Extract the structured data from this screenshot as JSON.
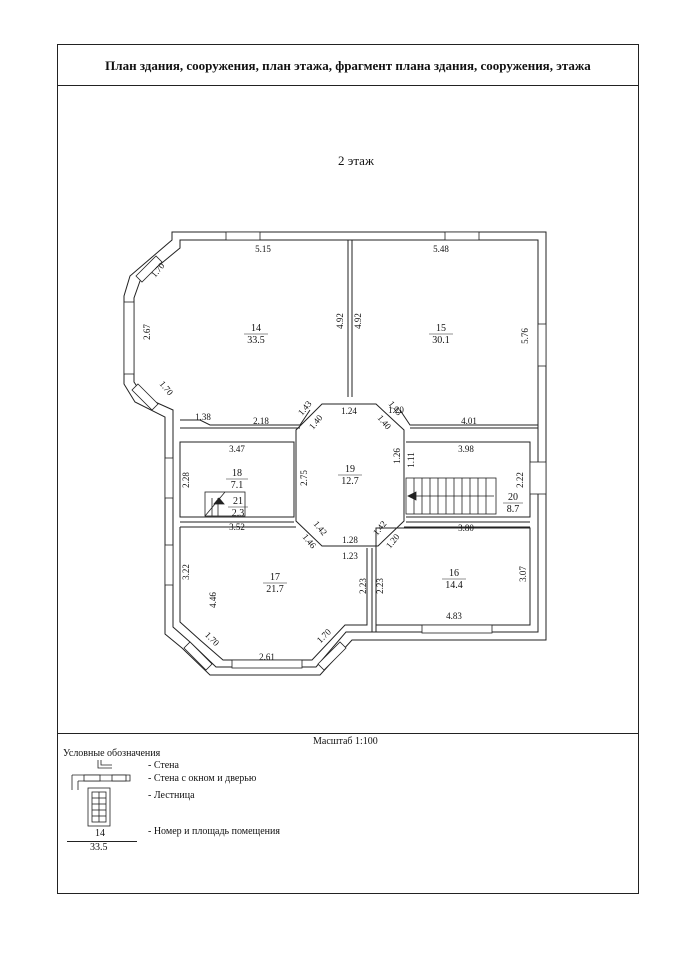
{
  "header": {
    "title": "План здания, сооружения, план этажа, фрагмент плана здания, сооружения, этажа"
  },
  "plan": {
    "floor_label": "2 этаж",
    "rooms": [
      {
        "number": "14",
        "area": "33.5"
      },
      {
        "number": "15",
        "area": "30.1"
      },
      {
        "number": "16",
        "area": "14.4"
      },
      {
        "number": "17",
        "area": "21.7"
      },
      {
        "number": "18",
        "area": "7.1"
      },
      {
        "number": "19",
        "area": "12.7"
      },
      {
        "number": "20",
        "area": "8.7"
      },
      {
        "number": "21",
        "area": "2.3"
      }
    ],
    "dimensions": {
      "d_5_15": "5.15",
      "d_5_48": "5.48",
      "d_1_70_a": "1.70",
      "d_2_67": "2.67",
      "d_1_70_b": "1.70",
      "d_4_92_a": "4.92",
      "d_4_92_b": "4.92",
      "d_5_76": "5.76",
      "d_1_38": "1.38",
      "d_2_18": "2.18",
      "d_1_43_a": "1.43",
      "d_1_40_a": "1.40",
      "d_1_24": "1.24",
      "d_1_43_b": "1.43",
      "d_1_40_b": "1.40",
      "d_1_20_a": "1.20",
      "d_4_01": "4.01",
      "d_3_47": "3.47",
      "d_1_26": "1.26",
      "d_1_11": "1.11",
      "d_3_98": "3.98",
      "d_2_28": "2.28",
      "d_2_75": "2.75",
      "d_2_22": "2.22",
      "d_3_52": "3.52",
      "d_1_42_a": "1.42",
      "d_1_42_b": "1.42",
      "d_1_46": "1.46",
      "d_1_28": "1.28",
      "d_1_20_b": "1.20",
      "d_3_80": "3.80",
      "d_1_23": "1.23",
      "d_3_22": "3.22",
      "d_4_46": "4.46",
      "d_2_23_a": "2.23",
      "d_2_23_b": "2.23",
      "d_3_07": "3.07",
      "d_4_83": "4.83",
      "d_1_70_c": "1.70",
      "d_1_70_d": "1.70",
      "d_2_61": "2.61"
    }
  },
  "footer": {
    "scale": "Масштаб 1:100",
    "legend_title": "Условные обозначения",
    "legend_items": {
      "wall": "- Стена",
      "wall_window_door": "- Стена с окном и дверью",
      "stairs": "- Лестница",
      "room_number_area": "- Номер и площадь помещения"
    },
    "legend_sample": {
      "number": "14",
      "area": "33.5"
    }
  }
}
